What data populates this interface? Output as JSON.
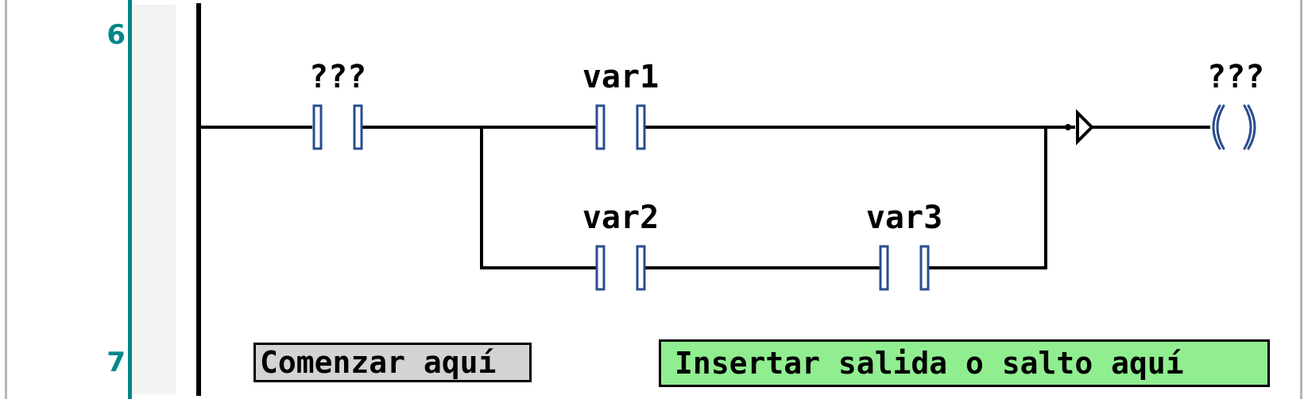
{
  "rungs": [
    {
      "number": "6"
    },
    {
      "number": "7"
    }
  ],
  "contacts": [
    {
      "name": "???"
    },
    {
      "name": "var1"
    },
    {
      "name": "var2"
    },
    {
      "name": "var3"
    }
  ],
  "coil": {
    "name": "???"
  },
  "actions": {
    "start_label": "Comenzar aquí",
    "output_label": "Insertar salida o salto aquí"
  },
  "colors": {
    "gutter": "#00868a",
    "element": "#2a4d8f",
    "wire": "#000000",
    "start_bg": "#d3d3d3",
    "output_bg": "#90ee90"
  },
  "icons": {
    "contact": "normally-open-contact-icon",
    "coil": "coil-icon",
    "jump": "jump-arrow-icon"
  }
}
